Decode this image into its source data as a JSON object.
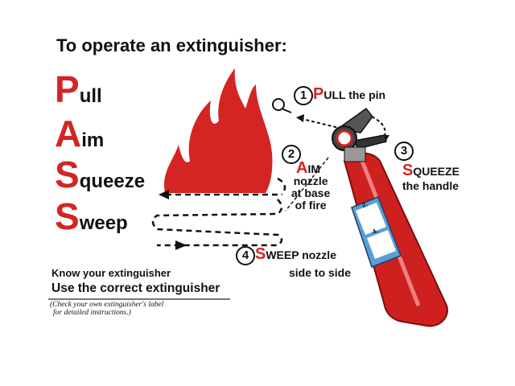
{
  "title": "To operate an extinguisher:",
  "pass": [
    {
      "letter": "P",
      "rest": "ull"
    },
    {
      "letter": "A",
      "rest": "im"
    },
    {
      "letter": "S",
      "rest": "queeze"
    },
    {
      "letter": "S",
      "rest": "weep"
    }
  ],
  "steps": [
    {
      "number": "1",
      "cap": "P",
      "text": "ULL the pin"
    },
    {
      "number": "2",
      "cap": "A",
      "text": "IM",
      "lines": [
        "nozzle",
        "at base",
        "of fire"
      ]
    },
    {
      "number": "3",
      "cap": "S",
      "text": "QUEEZE",
      "lines": [
        "the handle"
      ]
    },
    {
      "number": "4",
      "cap": "S",
      "text": "WEEP nozzle",
      "lines": [
        "side to side"
      ]
    }
  ],
  "know": "Know your extinguisher",
  "use": "Use the correct extinguisher",
  "note": [
    "(Check your own extinguisher's label",
    "for detailed instructions.)"
  ],
  "label_numbers": [
    "2.",
    "4."
  ],
  "colors": {
    "red": "#d42424",
    "label_blue": "#5a9fd4"
  }
}
